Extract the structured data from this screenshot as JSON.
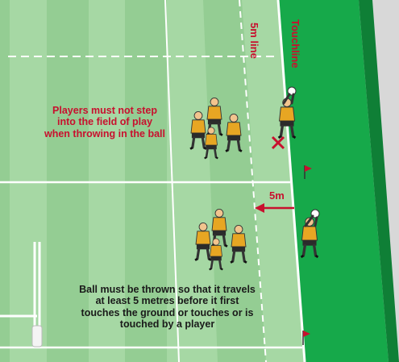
{
  "labels": {
    "five_m_line": "5m line",
    "touchline": "Touchline",
    "five_m_marker": "5m",
    "players_note": "Players must not step into the field of play when throwing in the ball",
    "ball_note": "Ball must be thrown so that it travels at least 5 metres before it first touches the ground or touches or is touched by a player"
  },
  "colors": {
    "pitch_light": "#a6d8a4",
    "pitch_dark": "#94cd93",
    "out_of_play": "#16a94a",
    "out_of_play_edge": "#0f7f36",
    "annotation_red": "#c8102e",
    "jersey": "#e7a623",
    "shorts": "#2b2b2b",
    "background": "#d8d8d8"
  }
}
